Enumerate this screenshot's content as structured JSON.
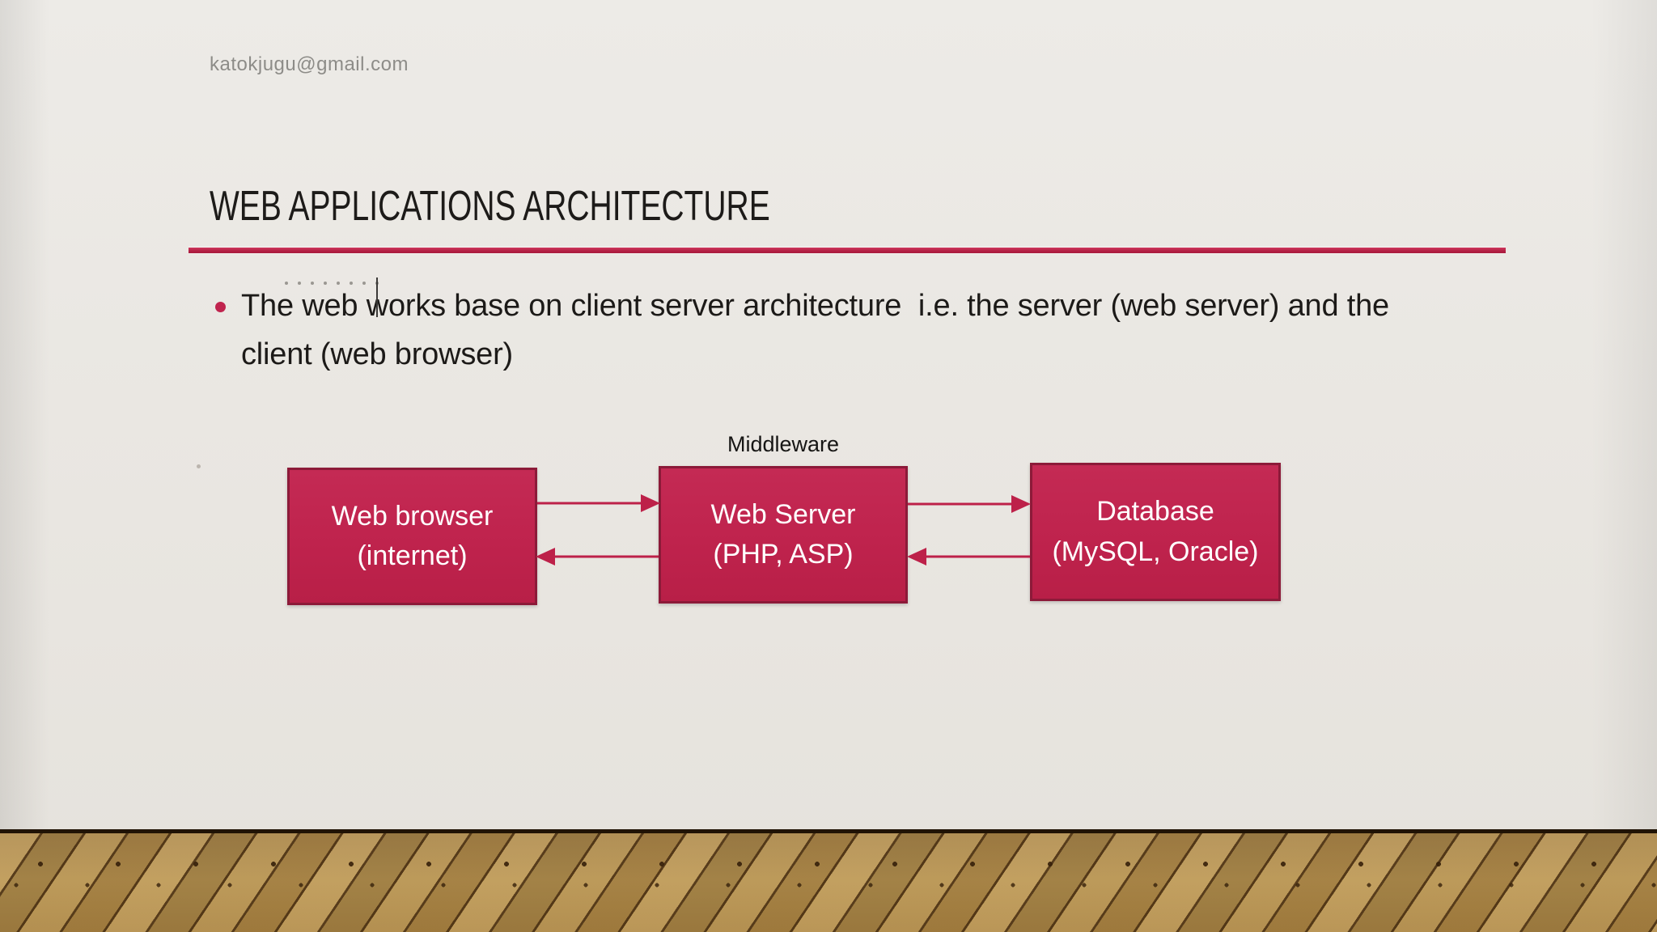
{
  "slide": {
    "email": "katokjugu@gmail.com",
    "title": "WEB APPLICATIONS ARCHITECTURE",
    "bullet": {
      "line1": "The web works base on client server architecture  i.e. the server (web server) and the",
      "line2": "client (web browser)"
    },
    "diagram": {
      "middleware_label": "Middleware",
      "boxes": [
        {
          "line1": "Web browser",
          "line2": "(internet)"
        },
        {
          "line1": "Web Server",
          "line2": "(PHP, ASP)"
        },
        {
          "line1": "Database",
          "line2": "(MySQL, Oracle)"
        }
      ],
      "connections": [
        {
          "from": "Web browser",
          "to": "Web Server",
          "direction": "bidirectional"
        },
        {
          "from": "Web Server",
          "to": "Database",
          "direction": "bidirectional"
        }
      ]
    },
    "colors": {
      "accent": "#C0244E",
      "accent_dark": "#8C1A39",
      "wall": "#E9E6E1",
      "floor_base": "#B0894C"
    }
  }
}
